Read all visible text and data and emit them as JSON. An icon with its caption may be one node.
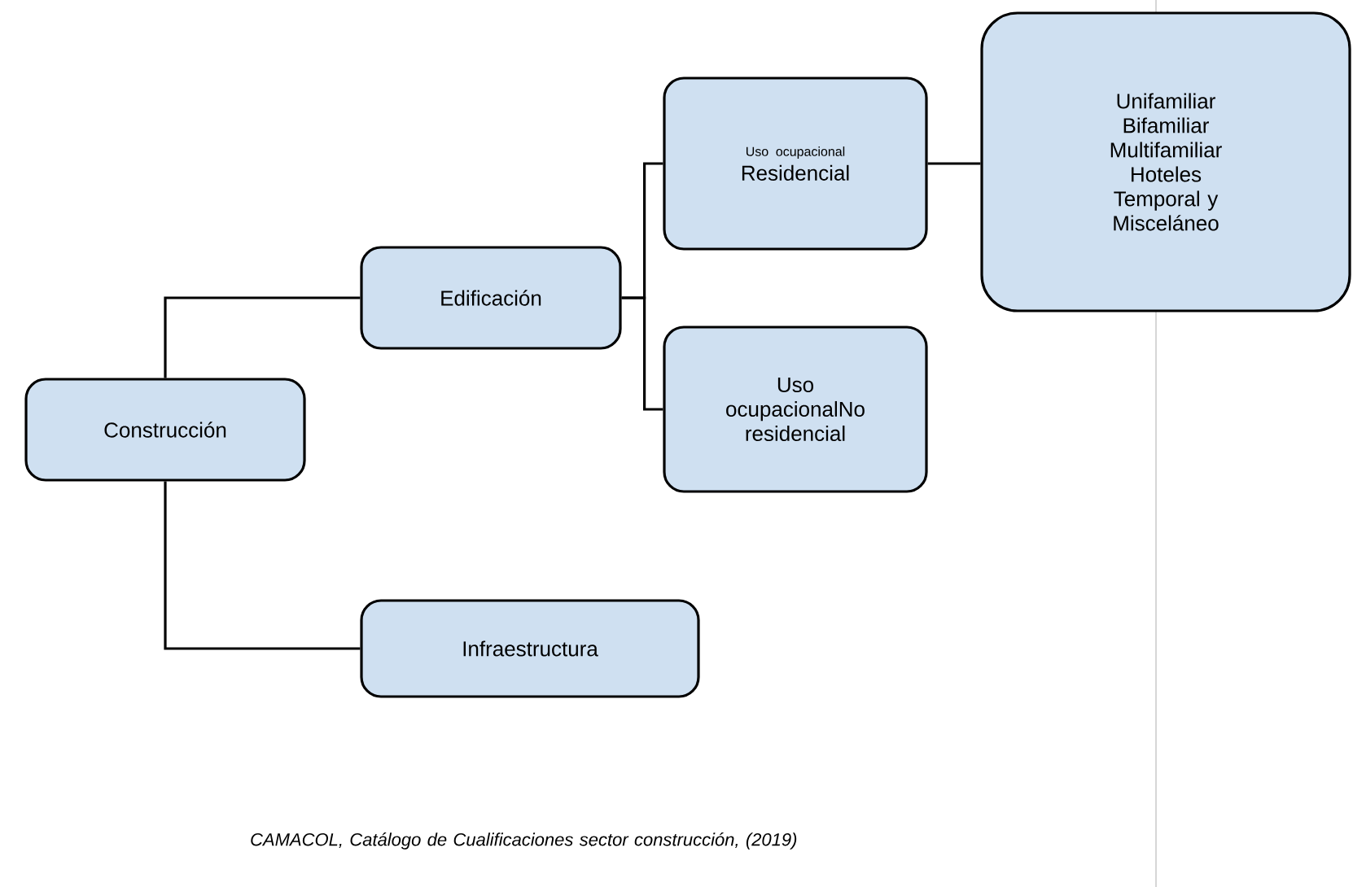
{
  "diagram": {
    "caption": "CAMACOL, Catálogo de Cualificaciones sector construcción, (2019)",
    "nodes": [
      {
        "text": [
          "Construcción"
        ]
      },
      {
        "text": [
          "Edificación"
        ]
      },
      {
        "text": [
          "Infraestructura"
        ]
      },
      {
        "text": [
          "Uso ocupacional",
          "Residencial"
        ]
      },
      {
        "text": [
          "Uso ocupacionalNo residencial"
        ]
      },
      {
        "text": [
          "Unifamiliar",
          "Bifamiliar",
          "Multifamiliar",
          "Hoteles",
          "Temporal y Misceláneo"
        ]
      }
    ],
    "edges": [
      {
        "from": 0,
        "to": 1,
        "arrow": "none"
      },
      {
        "from": 0,
        "to": 2,
        "arrow": "none"
      },
      {
        "from": 1,
        "to": 3,
        "arrow": "none"
      },
      {
        "from": 1,
        "to": 4,
        "arrow": "none"
      },
      {
        "from": 3,
        "to": 5,
        "arrow": "none"
      }
    ]
  }
}
